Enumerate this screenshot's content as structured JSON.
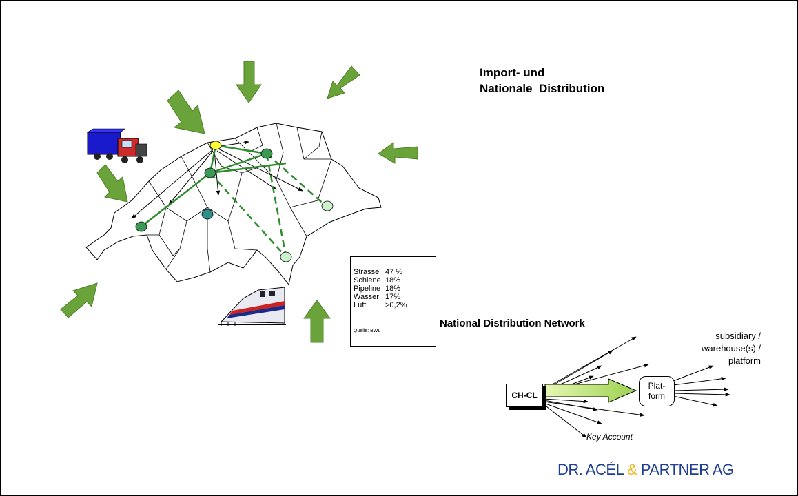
{
  "title": {
    "line1": "Import- und",
    "line2": "Nationale  Distribution"
  },
  "stats_box": {
    "rows": [
      {
        "mode": "Strasse",
        "value": "47 %"
      },
      {
        "mode": "Schiene",
        "value": "18%"
      },
      {
        "mode": "Pipeline",
        "value": "18%"
      },
      {
        "mode": "Wasser",
        "value": "17%"
      },
      {
        "mode": "Luft",
        "value": ">0,2%"
      }
    ],
    "source": "Quelle: BWL"
  },
  "network": {
    "title": "National Distribution Network",
    "origin_label": "CH-CL",
    "platform_label": "Plat-form",
    "subsidiary_lines": [
      "subsidiary /",
      "warehouse(s) /",
      "platform"
    ],
    "key_account_label": "Key Account"
  },
  "logo": {
    "part1": "DR. ACÉL ",
    "amp": "&",
    "part2": " PARTNER AG",
    "colors": {
      "text": "#1f3f92",
      "amp": "#f2b51c"
    }
  },
  "colors": {
    "import_arrow": "#6aa33a",
    "route_line": "#2e8b2e",
    "hub_node": "#ffff33",
    "regional_node": "#3a9a55",
    "end_node": "#ccf2cc",
    "teal_node": "#2f8f8a"
  },
  "icons": {
    "truck": "truck-icon",
    "train": "train-icon"
  }
}
